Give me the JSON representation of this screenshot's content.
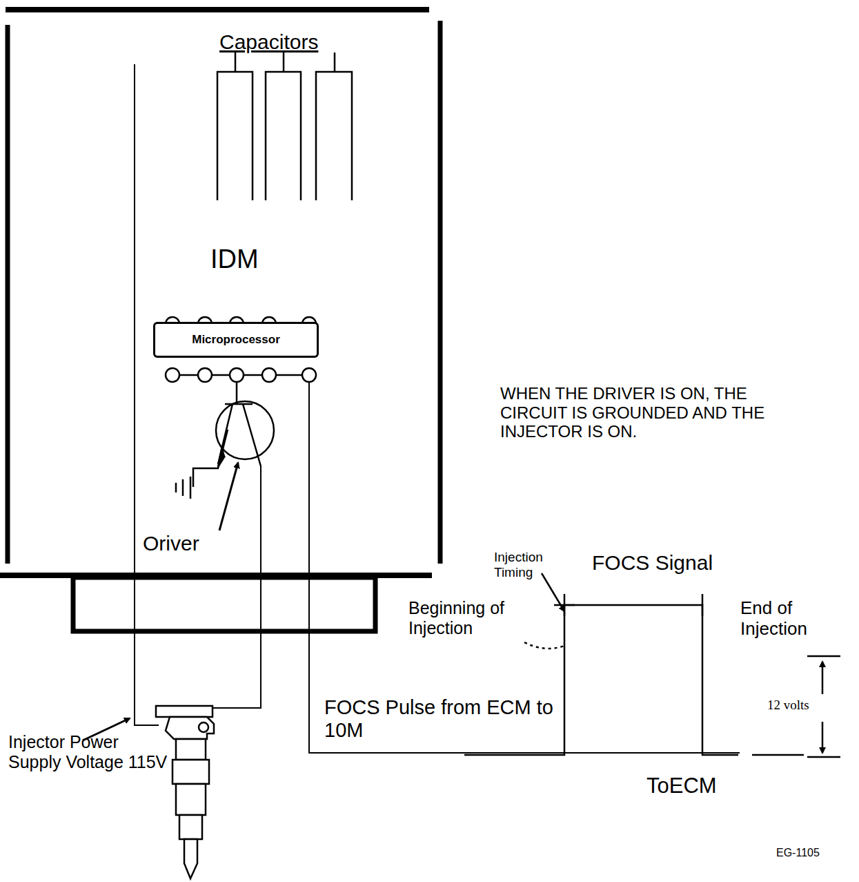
{
  "diagram": {
    "nodes": [
      {
        "text": [
          "IDM"
        ]
      },
      {
        "text": [
          "Microprocessor"
        ],
        "in": 0
      }
    ],
    "labels": [
      "Capacitors",
      "Oriver",
      "WHEN THE DRIVER IS ON, THE CIRCUIT IS GROUNDED AND THE INJECTOR IS ON.",
      "Injection Timing",
      "FOCS Signal",
      "Beginning of Injection",
      "End of Injection",
      "12 volts",
      "FOCS Pulse from ECM to 10M",
      "ToECM",
      "Injector Power Supply Voltage 115V",
      "EG-1105"
    ]
  }
}
